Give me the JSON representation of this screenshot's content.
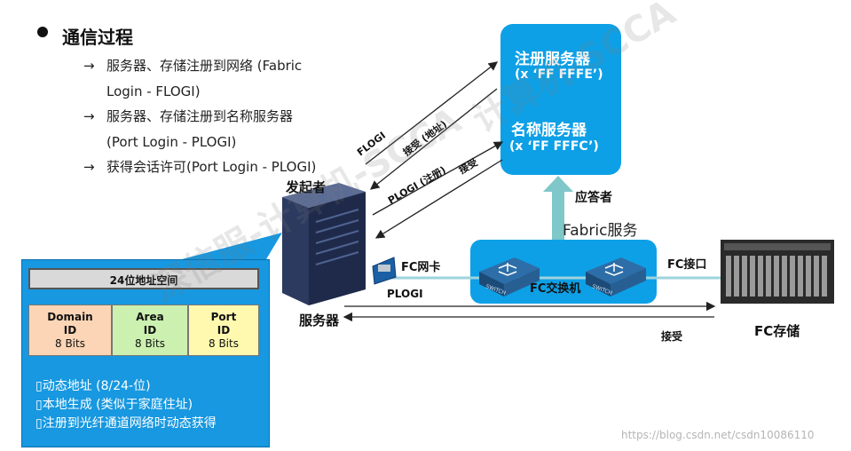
{
  "section": {
    "title": "通信过程",
    "items": [
      {
        "arrow": "→",
        "text": "服务器、存储注册到网络 (Fabric Login - FLOGI)"
      },
      {
        "arrow": "→",
        "text": "服务器、存储注册到名称服务器 (Port Login - PLOGI)"
      },
      {
        "arrow": "→",
        "text": "获得会话许可(Port Login - PLOGI)"
      }
    ]
  },
  "registration_server": {
    "title": "注册服务器",
    "addr": "(x ‘FF FFFE’)",
    "name_title": "名称服务器",
    "name_addr": "(x ‘FF FFFC’)"
  },
  "labels": {
    "initiator": "发起者",
    "responder": "应答者",
    "fabric_service": "Fabric服务",
    "fc_nic": "FC网卡",
    "fc_switch": "FC交换机",
    "fc_port": "FC接口",
    "server": "服务器",
    "fc_storage": "FC存储",
    "plogi": "PLOGI",
    "accept": "接受",
    "flogi": "FLOGI",
    "accept_addr": "接受 (地址)",
    "plogi_reg": "PLOGI (注册)",
    "accept2": "接受",
    "switch_tag": "SWITCH"
  },
  "address": {
    "header": "24位地址空间",
    "segments": [
      {
        "name": "Domain",
        "sub": "ID",
        "bits": "8 Bits",
        "color": "#fbd5b5"
      },
      {
        "name": "Area",
        "sub": "ID",
        "bits": "8 Bits",
        "color": "#ccf0b0"
      },
      {
        "name": "Port",
        "sub": "ID",
        "bits": "8 Bits",
        "color": "#fff9b0"
      }
    ],
    "notes": [
      "▯动态地址 (8/24-位)",
      "▯本地生成 (类似于家庭住址)",
      "▯注册到光纤通道网络时动态获得"
    ]
  },
  "watermarks": {
    "w1": "深信服-计算机-SCCA",
    "w2": "计算机-SCCA",
    "url": "https://blog.csdn.net/csdn10086110"
  },
  "colors": {
    "accent": "#0ea0e6",
    "panel": "#1798e0"
  }
}
